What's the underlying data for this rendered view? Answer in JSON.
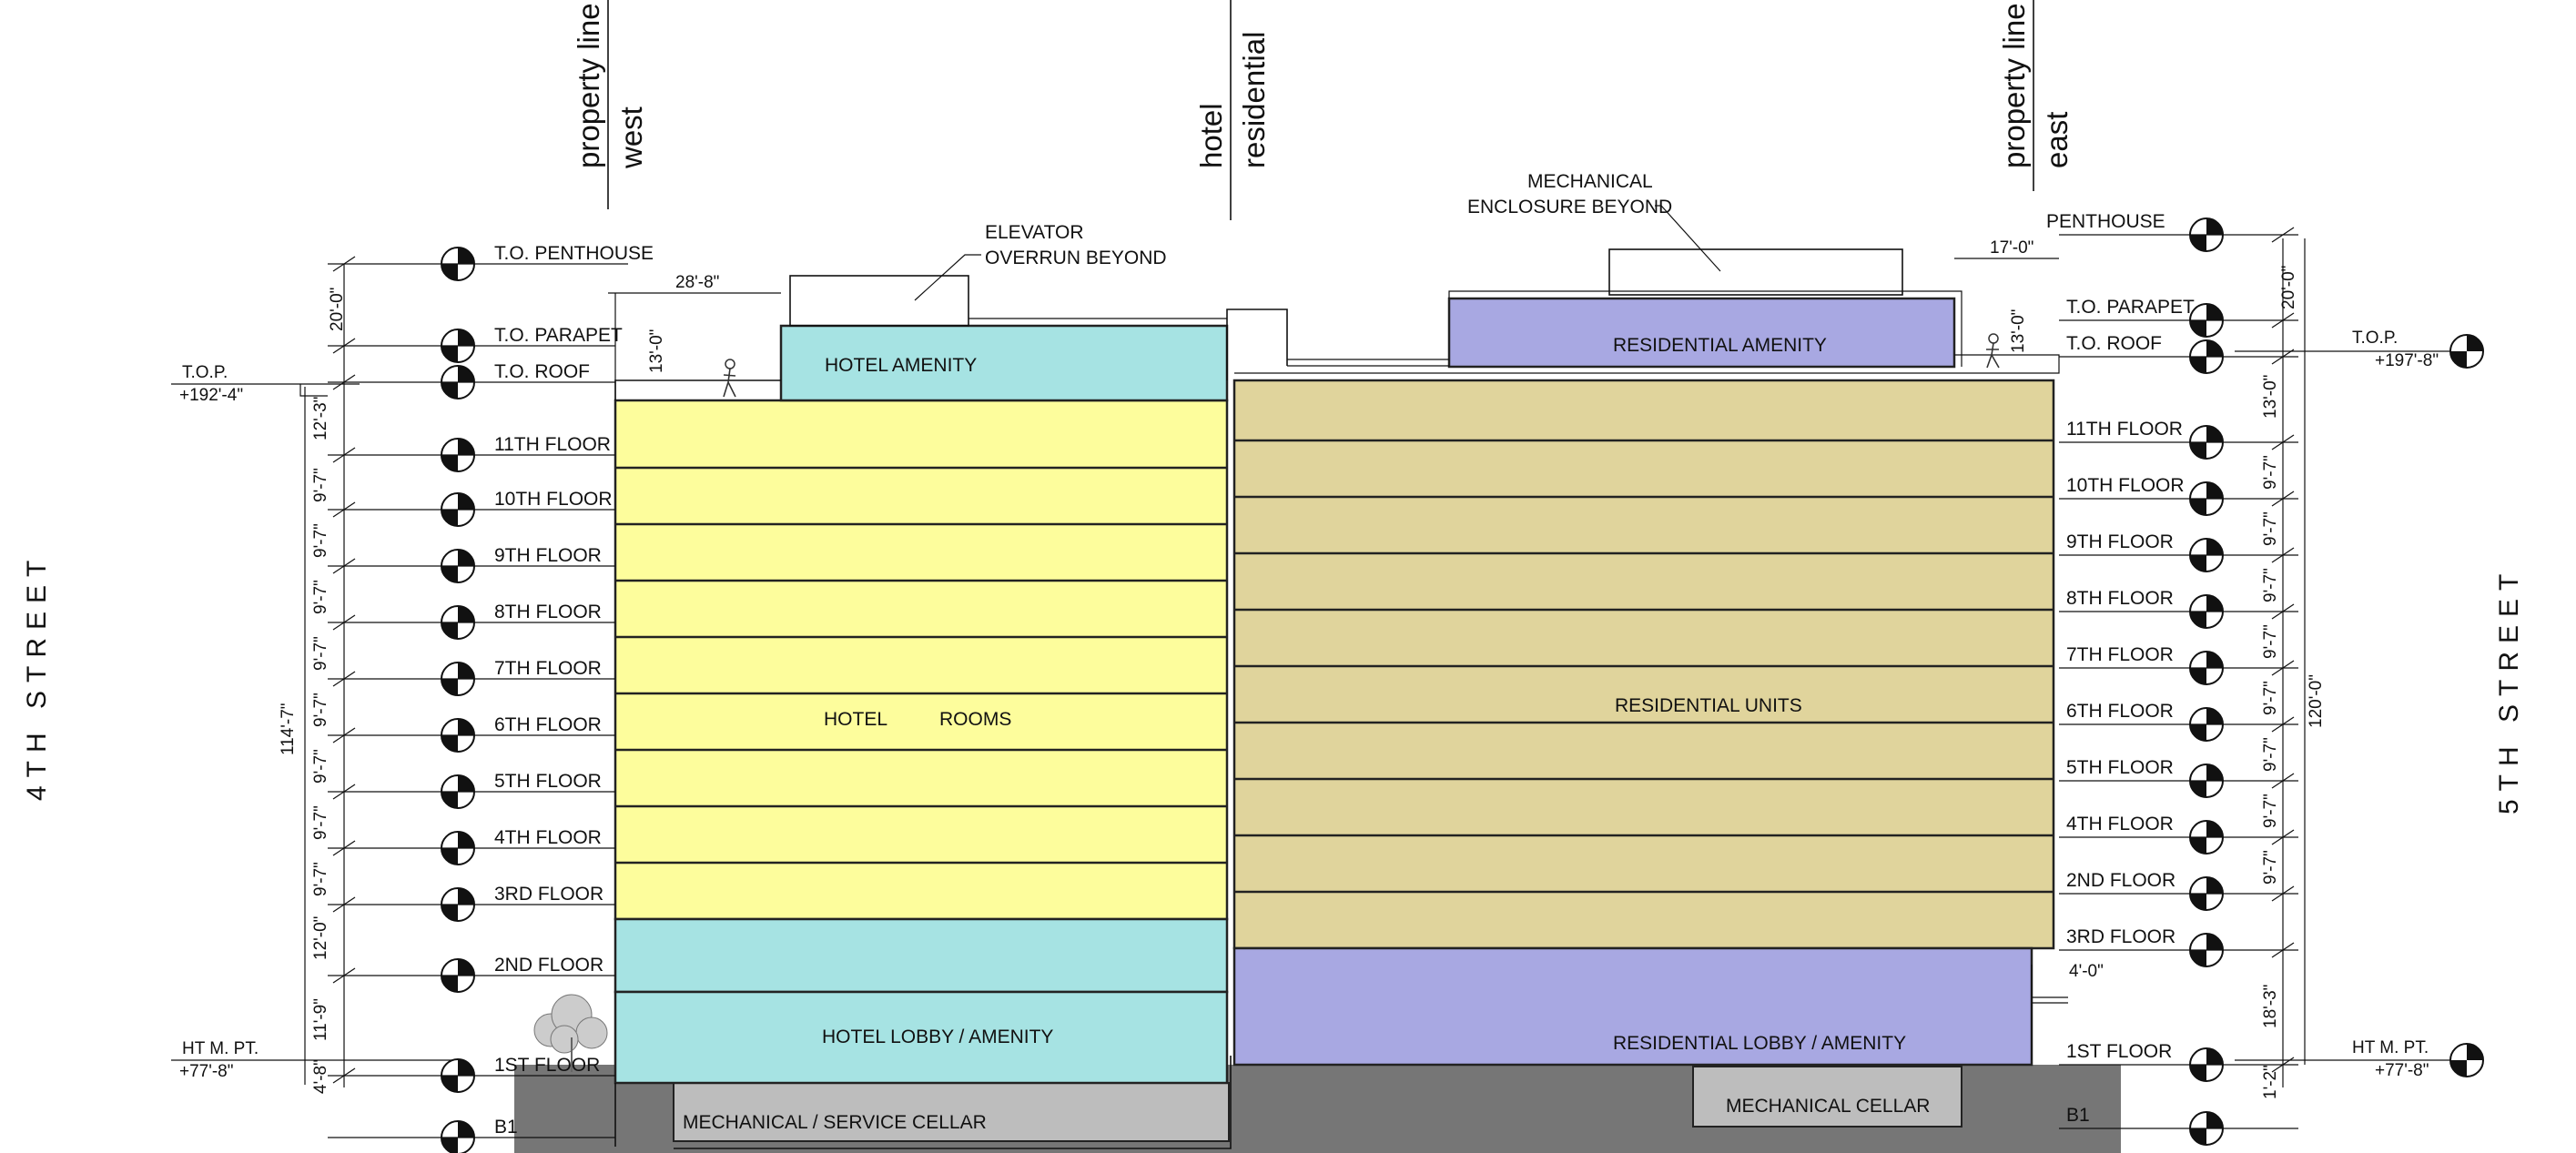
{
  "streets": {
    "west": "4TH STREET",
    "east": "5TH STREET"
  },
  "property_lines": {
    "west": {
      "line1": "property line",
      "line2": "west"
    },
    "east": {
      "line1": "property line",
      "line2": "east"
    },
    "divider": {
      "line1": "hotel",
      "line2": "residential"
    }
  },
  "notes": {
    "elevator": {
      "line1": "ELEVATOR",
      "line2": "OVERRUN BEYOND"
    },
    "mechanical": {
      "line1": "MECHANICAL",
      "line2": "ENCLOSURE BEYOND"
    }
  },
  "spaces": {
    "hotel_amenity": "HOTEL AMENITY",
    "hotel_rooms_a": "HOTEL",
    "hotel_rooms_b": "ROOMS",
    "hotel_lobby": "HOTEL LOBBY / AMENITY",
    "mech_service_cellar": "MECHANICAL / SERVICE CELLAR",
    "residential_amenity": "RESIDENTIAL AMENITY",
    "residential_units": "RESIDENTIAL UNITS",
    "residential_lobby": "RESIDENTIAL LOBBY / AMENITY",
    "mech_cellar": "MECHANICAL CELLAR"
  },
  "colors": {
    "hotel": "#a6e3e3",
    "hotel_rooms": "#fdfd9c",
    "residential": "#a8a8e2",
    "residential_units": "#e0d49c",
    "cellar": "#bdbdbd",
    "ground": "#767676"
  },
  "west_levels": [
    "T.O. PENTHOUSE",
    "T.O. PARAPET",
    "T.O. ROOF",
    "11TH FLOOR",
    "10TH FLOOR",
    "9TH FLOOR",
    "8TH FLOOR",
    "7TH FLOOR",
    "6TH FLOOR",
    "5TH FLOOR",
    "4TH FLOOR",
    "3RD FLOOR",
    "2ND FLOOR",
    "1ST FLOOR",
    "B1"
  ],
  "east_levels": [
    "PENTHOUSE",
    "T.O. PARAPET",
    "T.O. ROOF",
    "11TH FLOOR",
    "10TH FLOOR",
    "9TH FLOOR",
    "8TH FLOOR",
    "7TH FLOOR",
    "6TH FLOOR",
    "5TH FLOOR",
    "4TH FLOOR",
    "2ND FLOOR",
    "3RD FLOOR",
    "1ST FLOOR",
    "B1"
  ],
  "elevations": {
    "west_top_label": "T.O.P.",
    "west_top_value": "+192'-4\"",
    "west_ht_label": "HT M. PT.",
    "west_ht_value": "+77'-8\"",
    "east_top_label": "T.O.P.",
    "east_top_value": "+197'-8\"",
    "east_ht_label": "HT M. PT.",
    "east_ht_value": "+77'-8\""
  },
  "west_dims": [
    "20'-0\"",
    "12'-3\"",
    "9'-7\"",
    "9'-7\"",
    "9'-7\"",
    "9'-7\"",
    "9'-7\"",
    "9'-7\"",
    "9'-7\"",
    "9'-7\"",
    "12'-0\"",
    "11'-9\"",
    "4'-8\""
  ],
  "west_total": "114'-7\"",
  "east_dims": [
    "20'-0\"",
    "13'-0\"",
    "9'-7\"",
    "9'-7\"",
    "9'-7\"",
    "9'-7\"",
    "9'-7\"",
    "9'-7\"",
    "9'-7\"",
    "9'-7\"",
    "18'-3\"",
    "1'-2\""
  ],
  "east_total": "120'-0\"",
  "setbacks": {
    "west_setback": "28'-8\"",
    "west_parapet": "13'-0\"",
    "east_setback": "17'-0\"",
    "east_parapet": "13'-0\"",
    "east_overhang": "4'-0\""
  }
}
